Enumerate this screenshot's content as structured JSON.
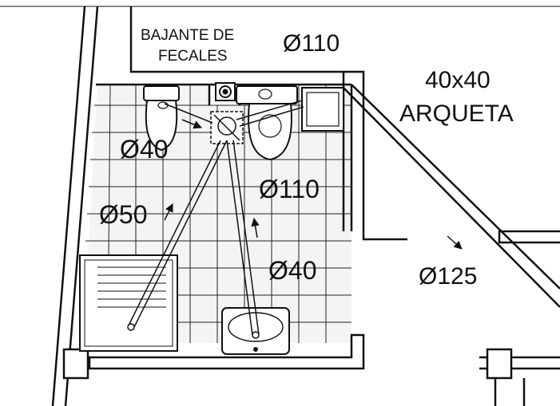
{
  "drawing": {
    "stack_label_line1": "BAJANTE DE",
    "stack_label_line2": "FECALES",
    "stack_diameter": "Ø110",
    "box_size": "40x40",
    "box_name": "ARQUETA",
    "wc_branch_diameter": "Ø40",
    "shower_drain_diameter": "Ø50",
    "toilet_branch_diameter": "Ø110",
    "sink_drain_diameter": "Ø40",
    "outlet_diameter": "Ø125"
  },
  "colors": {
    "background": "#ffffff",
    "line": "#111111",
    "wall_fill": "#ffffff",
    "floor_tile_bg": "#f4f4f4",
    "tile_grid": "#222222"
  }
}
